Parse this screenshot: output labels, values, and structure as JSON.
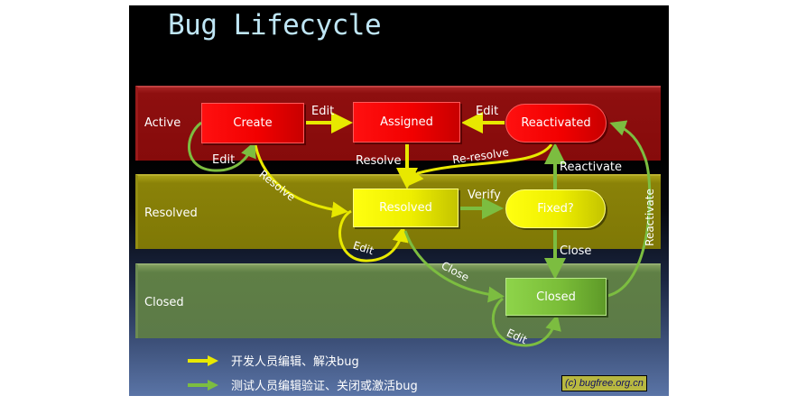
{
  "title": "Bug Lifecycle",
  "bands": [
    {
      "id": "active",
      "label": "Active"
    },
    {
      "id": "resolved",
      "label": "Resolved"
    },
    {
      "id": "closed",
      "label": "Closed"
    }
  ],
  "nodes": {
    "create": "Create",
    "assigned": "Assigned",
    "reactivated": "Reactivated",
    "resolved": "Resolved",
    "fixed": "Fixed?",
    "closed": "Closed"
  },
  "transitions": {
    "create_self_edit": "Edit",
    "create_to_assigned": "Edit",
    "reactivated_to_assigned": "Edit",
    "create_to_resolved": "Resolve",
    "assigned_to_resolved": "Resolve",
    "reactivated_to_resolved": "Re-resolve",
    "resolved_self_edit": "Edit",
    "resolved_to_fixed": "Verify",
    "fixed_to_reactivated": "Reactivate",
    "fixed_to_closed": "Close",
    "resolved_to_closed": "Close",
    "closed_to_reactivated": "Reactivate",
    "closed_self_edit": "Edit"
  },
  "legend": [
    {
      "color": "#e8e800",
      "text": "开发人员编辑、解决bug"
    },
    {
      "color": "#7cbd40",
      "text": "测试人员编辑验证、关闭或激活bug"
    }
  ],
  "colors": {
    "developer_arrow": "#e8e800",
    "tester_arrow": "#7cbd40"
  },
  "copyright": "(c) bugfree.org.cn"
}
